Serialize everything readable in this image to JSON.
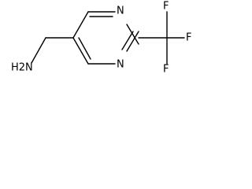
{
  "structure": {
    "atoms": {
      "nitrogen_top": "N",
      "nitrogen_bottom": "N",
      "fluorine_top": "F",
      "fluorine_right": "F",
      "fluorine_bottom": "F",
      "amine": "H2N"
    },
    "colors": {
      "bond": "#000000",
      "label": "#000000",
      "background": "#ffffff"
    }
  }
}
